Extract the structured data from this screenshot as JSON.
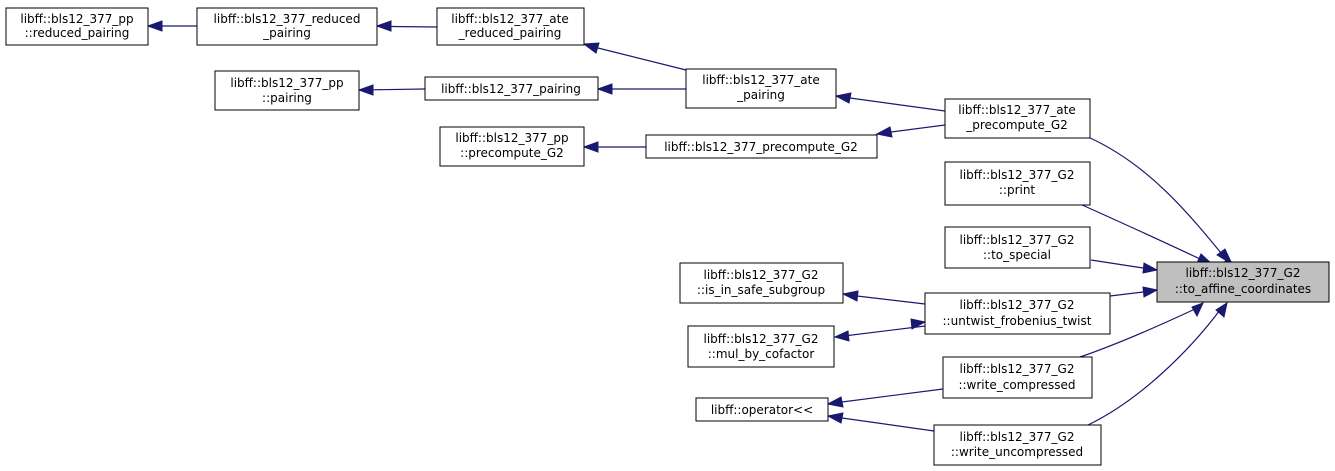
{
  "diagram": {
    "title": "",
    "colors": {
      "edge": "#191970",
      "focus_fill": "#bfbfbf",
      "node_fill": "#ffffff",
      "border": "#000000"
    },
    "nodes": {
      "pp_reduced_pairing": [
        "libff::bls12_377_pp",
        "::reduced_pairing"
      ],
      "reduced_pairing": [
        "libff::bls12_377_reduced",
        "_pairing"
      ],
      "ate_reduced_pairing": [
        "libff::bls12_377_ate",
        "_reduced_pairing"
      ],
      "pp_pairing": [
        "libff::bls12_377_pp",
        "::pairing"
      ],
      "pairing": [
        "libff::bls12_377_pairing"
      ],
      "ate_pairing": [
        "libff::bls12_377_ate",
        "_pairing"
      ],
      "pp_precompute_g2": [
        "libff::bls12_377_pp",
        "::precompute_G2"
      ],
      "precompute_g2": [
        "libff::bls12_377_precompute_G2"
      ],
      "ate_precompute_g2": [
        "libff::bls12_377_ate",
        "_precompute_G2"
      ],
      "g2_print": [
        "libff::bls12_377_G2",
        "::print"
      ],
      "g2_to_special": [
        "libff::bls12_377_G2",
        "::to_special"
      ],
      "g2_is_in_safe_subgroup": [
        "libff::bls12_377_G2",
        "::is_in_safe_subgroup"
      ],
      "g2_mul_by_cofactor": [
        "libff::bls12_377_G2",
        "::mul_by_cofactor"
      ],
      "g2_untwist_frobenius_twist": [
        "libff::bls12_377_G2",
        "::untwist_frobenius_twist"
      ],
      "g2_write_compressed": [
        "libff::bls12_377_G2",
        "::write_compressed"
      ],
      "operator_stream": [
        "libff::operator<<"
      ],
      "g2_write_uncompressed": [
        "libff::bls12_377_G2",
        "::write_uncompressed"
      ],
      "g2_to_affine_coordinates": [
        "libff::bls12_377_G2",
        "::to_affine_coordinates"
      ]
    }
  }
}
